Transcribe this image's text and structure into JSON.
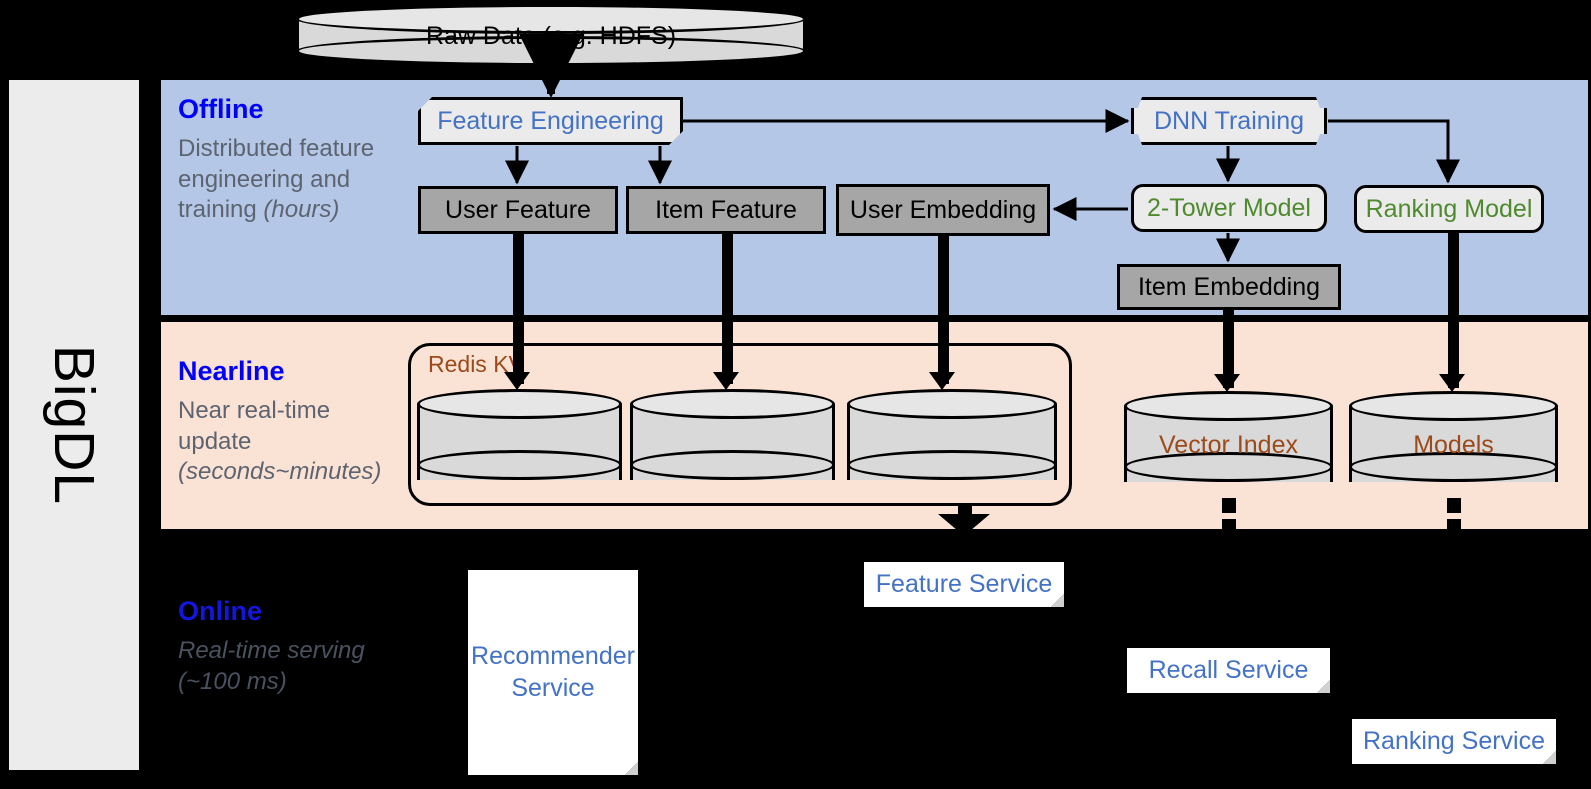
{
  "framework": {
    "name": "BigDL"
  },
  "source": {
    "label": "Raw Data (e.g. HDFS)"
  },
  "bands": [
    {
      "id": "offline",
      "title": "Offline",
      "description": "Distributed feature engineering and training ",
      "emphasis": "(hours)"
    },
    {
      "id": "nearline",
      "title": "Nearline",
      "description": "Near real-time update ",
      "emphasis": "(seconds~minutes)"
    },
    {
      "id": "online",
      "title": "Online",
      "description": "Real-time serving ",
      "emphasis": "(~100 ms)"
    }
  ],
  "offline": {
    "feature_engineering": "Feature Engineering",
    "dnn_training": "DNN Training",
    "user_feature": "User Feature",
    "item_feature": "Item Feature",
    "user_embedding": "User Embedding",
    "two_tower_model": "2-Tower Model",
    "ranking_model": "Ranking Model",
    "item_embedding": "Item Embedding"
  },
  "nearline": {
    "redis_kv": "Redis KV",
    "stores": [
      "",
      "",
      ""
    ],
    "vector_index": "Vector Index",
    "models": "Models"
  },
  "online": {
    "recommender_service": "Recommender Service",
    "feature_service": "Feature Service",
    "recall_service": "Recall Service",
    "ranking_service": "Ranking Service"
  },
  "colors": {
    "offline_band": "#b4c7e7",
    "nearline_band": "#fae2d5",
    "online_band": "#000000",
    "band_title": "#0000ff",
    "model_text": "#4f8a2e",
    "service_text": "#4472c4",
    "store_text": "#9c4a1a",
    "data_box": "#a6a6a6"
  }
}
